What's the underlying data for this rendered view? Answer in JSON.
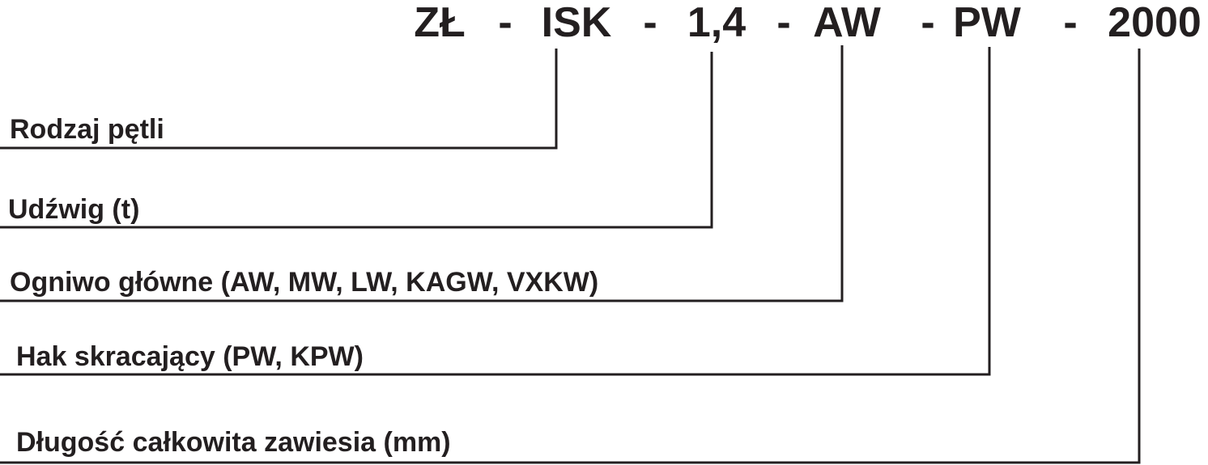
{
  "code": {
    "prefix": "ZŁ",
    "sep": "-",
    "loop_type": "ISK",
    "capacity": "1,4",
    "main_link": "AW",
    "shortening_hook": "PW",
    "length": "2000"
  },
  "labels": {
    "loop_type": "Rodzaj pętli",
    "capacity": "Udźwig  (t)",
    "main_link": "Ogniwo główne (AW, MW, LW, KAGW, VXKW)",
    "shortening_hook": "Hak skracający (PW, KPW)",
    "length": "Długość całkowita zawiesia (mm)"
  },
  "colors": {
    "ink": "#231f20",
    "background": "#ffffff"
  }
}
